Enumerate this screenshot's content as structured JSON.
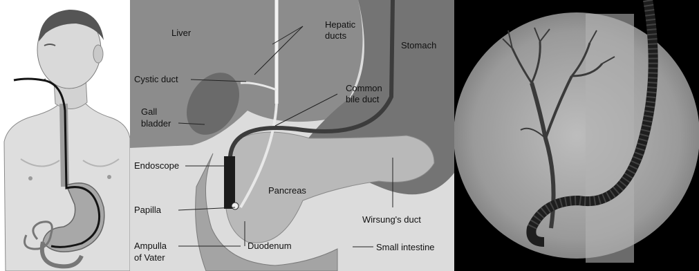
{
  "labels": {
    "liver": "Liver",
    "hepatic_ducts_line1": "Hepatic",
    "hepatic_ducts_line2": "ducts",
    "stomach": "Stomach",
    "cystic_duct": "Cystic duct",
    "common_bile_duct_line1": "Common",
    "common_bile_duct_line2": "bile duct",
    "gall_bladder_line1": "Gall",
    "gall_bladder_line2": "bladder",
    "endoscope": "Endoscope",
    "pancreas": "Pancreas",
    "papilla": "Papilla",
    "wirsungs_duct": "Wirsung's duct",
    "ampulla_line1": "Ampulla",
    "ampulla_line2": "of Vater",
    "duodenum": "Duodenum",
    "small_intestine": "Small intestine"
  }
}
